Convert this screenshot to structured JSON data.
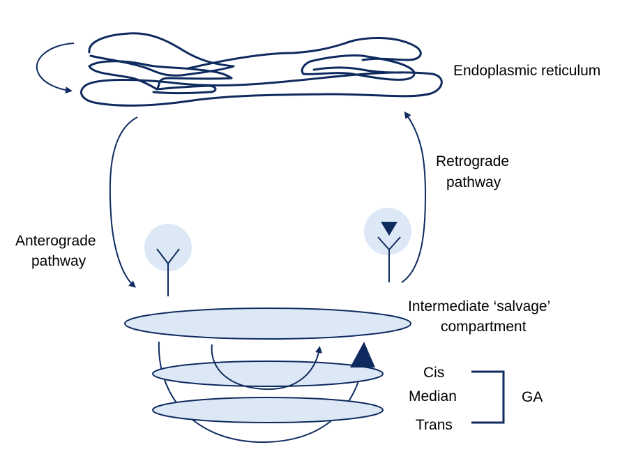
{
  "labels": {
    "er": "Endoplasmic reticulum",
    "retrograde_1": "Retrograde",
    "retrograde_2": "pathway",
    "anterograde_1": "Anterograde",
    "anterograde_2": "pathway",
    "intermediate_1": "Intermediate ‘salvage’",
    "intermediate_2": "compartment",
    "cis": "Cis",
    "median": "Median",
    "trans": "Trans",
    "ga": "GA"
  },
  "colors": {
    "stroke": "#0e2a5e",
    "fill": "#dce8f6",
    "text": "#000000"
  }
}
